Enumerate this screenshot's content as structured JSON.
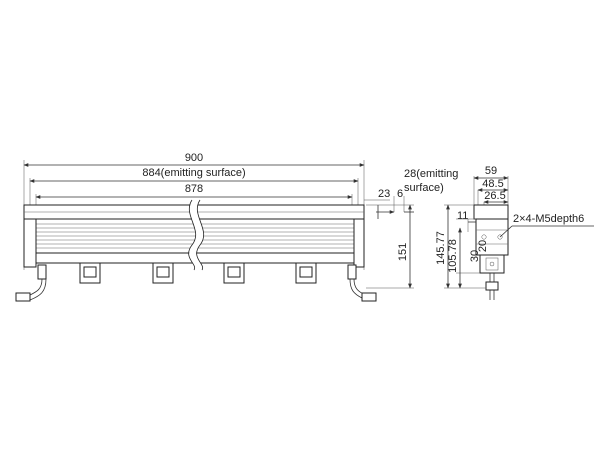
{
  "front_view": {
    "overall_length": "900",
    "emitting_surface": "884(emitting surface)",
    "inner_length": "878",
    "height": "151",
    "end_offset_a": "23",
    "end_offset_b": "6",
    "emit_28_line1": "28(emitting",
    "emit_28_line2": "surface)"
  },
  "side_view": {
    "width_total": "59",
    "width_48_5": "48.5",
    "width_26_5": "26.5",
    "offset_11": "11",
    "height_145_77": "145.77",
    "height_105_78": "105.78",
    "dim_20": "20",
    "dim_30": "30",
    "mount_hole": "2×4-M5depth6"
  }
}
